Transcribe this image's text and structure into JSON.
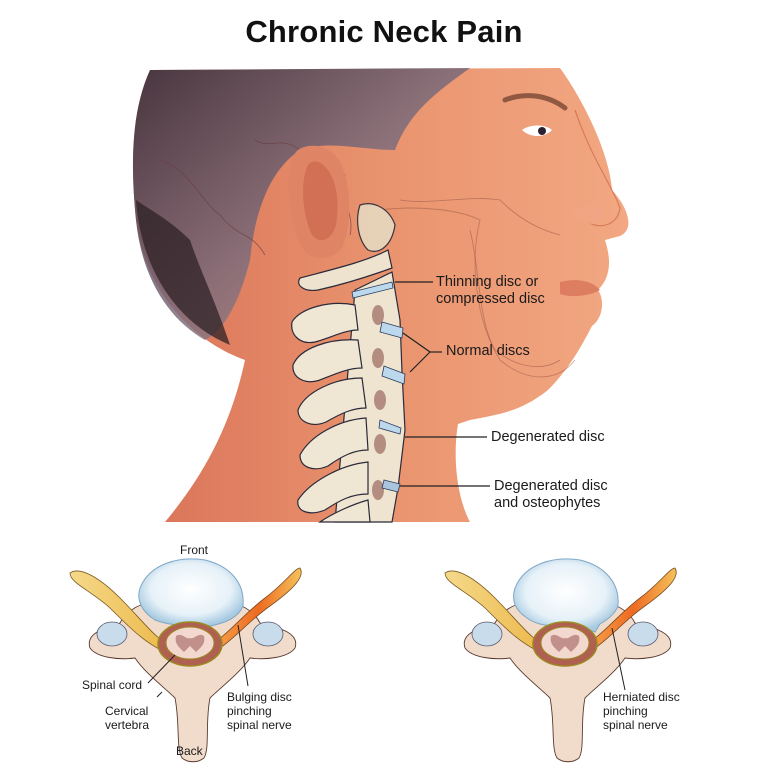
{
  "title": "Chronic Neck Pain",
  "main_illustration": {
    "subject": "side profile of head and neck with cervical spine",
    "labels": {
      "thinning_disc_line1": "Thinning disc or",
      "thinning_disc_line2": "compressed disc",
      "normal_discs": "Normal discs",
      "degenerated_disc": "Degenerated disc",
      "degenerated_osteo_line1": "Degenerated disc",
      "degenerated_osteo_line2": "and osteophytes"
    }
  },
  "left_cross_section": {
    "subject": "vertebra cross-section with bulging disc",
    "labels": {
      "front": "Front",
      "back": "Back",
      "spinal_cord": "Spinal cord",
      "cervical_line1": "Cervical",
      "cervical_line2": "vertebra",
      "bulging_line1": "Bulging disc",
      "bulging_line2": "pinching",
      "bulging_line3": "spinal nerve"
    }
  },
  "right_cross_section": {
    "subject": "vertebra cross-section with herniated disc",
    "labels": {
      "herniated_line1": "Herniated disc",
      "herniated_line2": "pinching",
      "herniated_line3": "spinal nerve"
    }
  },
  "colors": {
    "skin": "#e8906c",
    "skin_dark": "#c9674a",
    "hair": "#5a4a5a",
    "bone": "#efe6d4",
    "disc": "#bcd8ec",
    "nerve": "#f2c65a",
    "pinch": "#f07a2a"
  }
}
